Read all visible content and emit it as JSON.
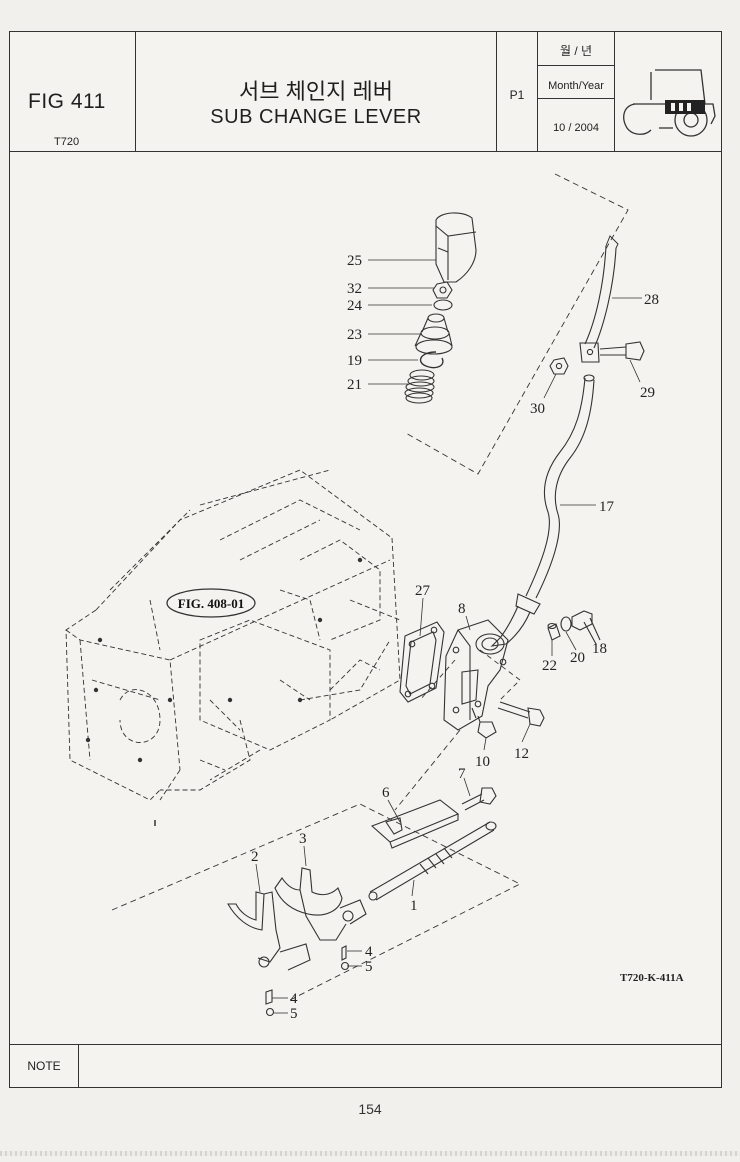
{
  "header": {
    "fig_label": "FIG 411",
    "model": "T720",
    "title_ko": "서브 체인지 레버",
    "title_en": "SUB CHANGE LEVER",
    "page_ref": "P1",
    "date_label_ko": "월 / 년",
    "date_label_en": "Month/Year",
    "date_value": "10 / 2004"
  },
  "diagram": {
    "ref_label": "FIG. 408-01",
    "drawing_code": "T720-K-411A",
    "callouts": {
      "c25": "25",
      "c32": "32",
      "c24": "24",
      "c23": "23",
      "c19": "19",
      "c21": "21",
      "c28": "28",
      "c29": "29",
      "c30": "30",
      "c17": "17",
      "c27": "27",
      "c8": "8",
      "c22": "22",
      "c20": "20",
      "c18": "18",
      "c10": "10",
      "c12": "12",
      "c7": "7",
      "c6": "6",
      "c3": "3",
      "c2": "2",
      "c1": "1",
      "c4a": "4",
      "c5a": "5",
      "c4b": "4",
      "c5b": "5"
    }
  },
  "footer": {
    "note_label": "NOTE",
    "page_number": "154"
  }
}
